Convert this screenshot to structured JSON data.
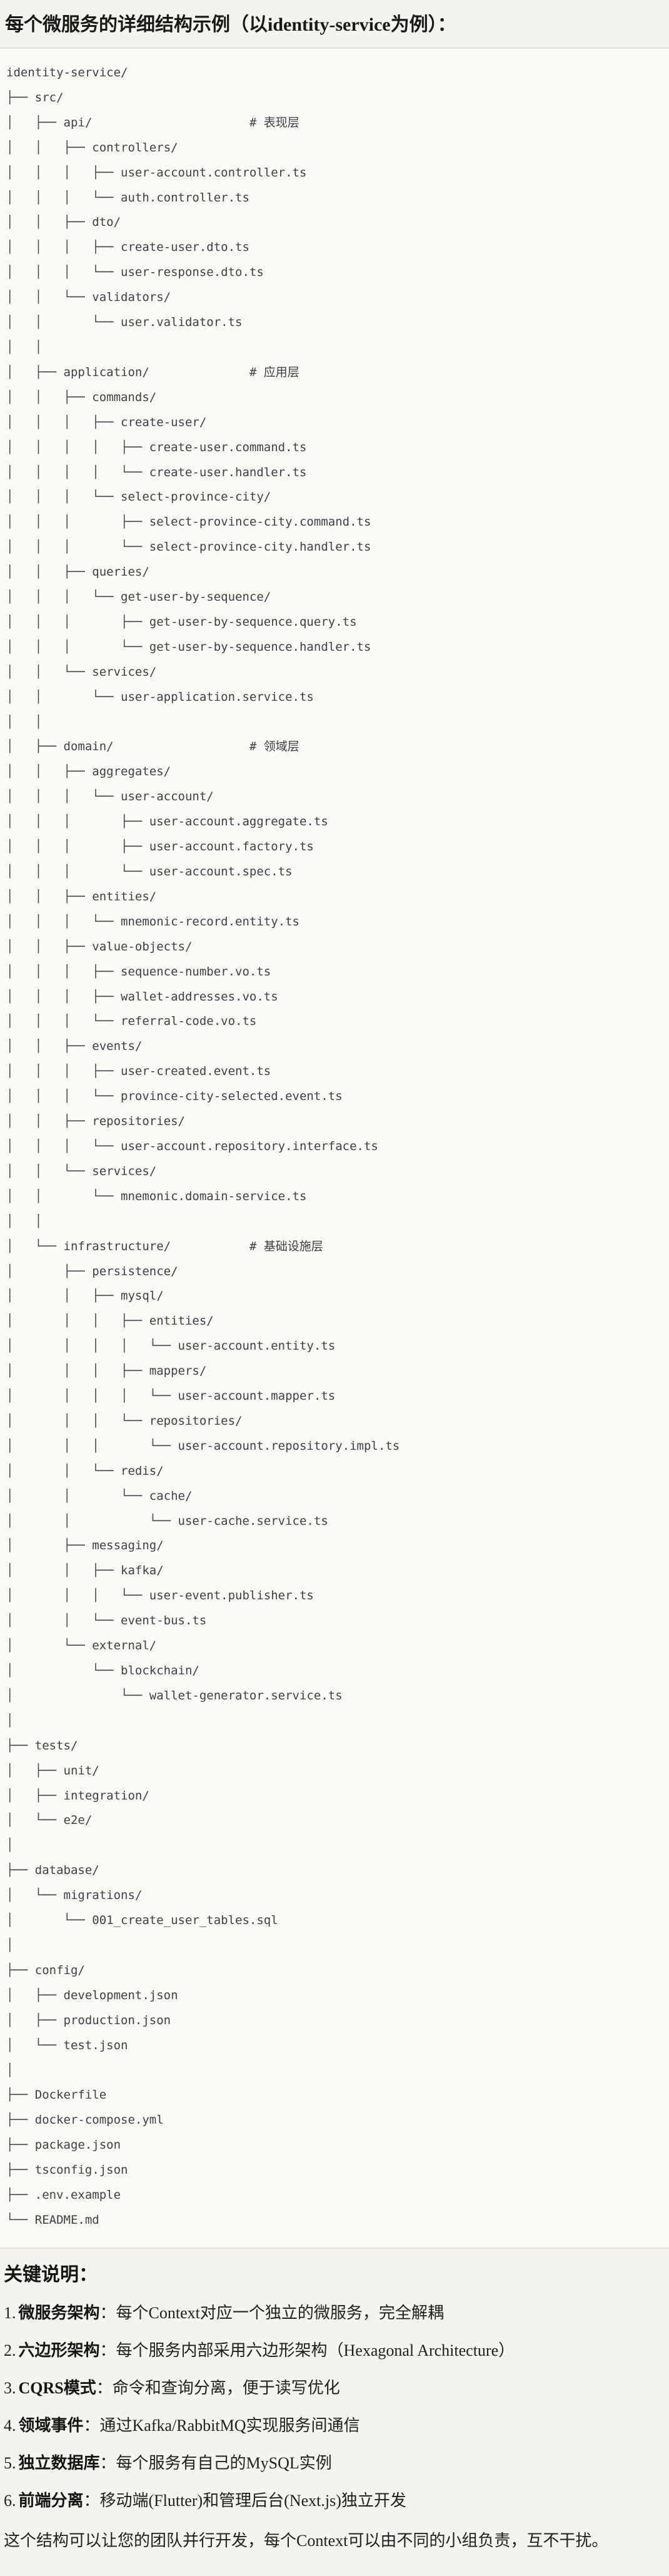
{
  "title": "每个微服务的详细结构示例（以identity-service为例）：",
  "tree": {
    "lines": [
      "identity-service/",
      "├── src/",
      "│   ├── api/                      # 表现层",
      "│   │   ├── controllers/",
      "│   │   │   ├── user-account.controller.ts",
      "│   │   │   └── auth.controller.ts",
      "│   │   ├── dto/",
      "│   │   │   ├── create-user.dto.ts",
      "│   │   │   └── user-response.dto.ts",
      "│   │   └── validators/",
      "│   │       └── user.validator.ts",
      "│   │",
      "│   ├── application/              # 应用层",
      "│   │   ├── commands/",
      "│   │   │   ├── create-user/",
      "│   │   │   │   ├── create-user.command.ts",
      "│   │   │   │   └── create-user.handler.ts",
      "│   │   │   └── select-province-city/",
      "│   │   │       ├── select-province-city.command.ts",
      "│   │   │       └── select-province-city.handler.ts",
      "│   │   ├── queries/",
      "│   │   │   └── get-user-by-sequence/",
      "│   │   │       ├── get-user-by-sequence.query.ts",
      "│   │   │       └── get-user-by-sequence.handler.ts",
      "│   │   └── services/",
      "│   │       └── user-application.service.ts",
      "│   │",
      "│   ├── domain/                   # 领域层",
      "│   │   ├── aggregates/",
      "│   │   │   └── user-account/",
      "│   │   │       ├── user-account.aggregate.ts",
      "│   │   │       ├── user-account.factory.ts",
      "│   │   │       └── user-account.spec.ts",
      "│   │   ├── entities/",
      "│   │   │   └── mnemonic-record.entity.ts",
      "│   │   ├── value-objects/",
      "│   │   │   ├── sequence-number.vo.ts",
      "│   │   │   ├── wallet-addresses.vo.ts",
      "│   │   │   └── referral-code.vo.ts",
      "│   │   ├── events/",
      "│   │   │   ├── user-created.event.ts",
      "│   │   │   └── province-city-selected.event.ts",
      "│   │   ├── repositories/",
      "│   │   │   └── user-account.repository.interface.ts",
      "│   │   └── services/",
      "│   │       └── mnemonic.domain-service.ts",
      "│   │",
      "│   └── infrastructure/           # 基础设施层",
      "│       ├── persistence/",
      "│       │   ├── mysql/",
      "│       │   │   ├── entities/",
      "│       │   │   │   └── user-account.entity.ts",
      "│       │   │   ├── mappers/",
      "│       │   │   │   └── user-account.mapper.ts",
      "│       │   │   └── repositories/",
      "│       │   │       └── user-account.repository.impl.ts",
      "│       │   └── redis/",
      "│       │       └── cache/",
      "│       │           └── user-cache.service.ts",
      "│       ├── messaging/",
      "│       │   ├── kafka/",
      "│       │   │   └── user-event.publisher.ts",
      "│       │   └── event-bus.ts",
      "│       └── external/",
      "│           └── blockchain/",
      "│               └── wallet-generator.service.ts",
      "│",
      "├── tests/",
      "│   ├── unit/",
      "│   ├── integration/",
      "│   └── e2e/",
      "│",
      "├── database/",
      "│   └── migrations/",
      "│       └── 001_create_user_tables.sql",
      "│",
      "├── config/",
      "│   ├── development.json",
      "│   ├── production.json",
      "│   └── test.json",
      "│",
      "├── Dockerfile",
      "├── docker-compose.yml",
      "├── package.json",
      "├── tsconfig.json",
      "├── .env.example",
      "└── README.md"
    ]
  },
  "notes": {
    "heading": "关键说明：",
    "items": [
      {
        "num": "1.",
        "label": "微服务架构",
        "text": "：每个Context对应一个独立的微服务，完全解耦"
      },
      {
        "num": "2.",
        "label": "六边形架构",
        "text": "：每个服务内部采用六边形架构（Hexagonal Architecture）"
      },
      {
        "num": "3.",
        "label": "CQRS模式",
        "text": "：命令和查询分离，便于读写优化"
      },
      {
        "num": "4.",
        "label": "领域事件",
        "text": "：通过Kafka/RabbitMQ实现服务间通信"
      },
      {
        "num": "5.",
        "label": "独立数据库",
        "text": "：每个服务有自己的MySQL实例"
      },
      {
        "num": "6.",
        "label": "前端分离",
        "text": "：移动端(Flutter)和管理后台(Next.js)独立开发"
      }
    ],
    "footer": "这个结构可以让您的团队并行开发，每个Context可以由不同的小组负责，互不干扰。"
  },
  "colors": {
    "page_background": "#f5f3ed",
    "code_background": "#fafaf6",
    "code_border": "#e5e2d9",
    "tree_text": "#3d4147",
    "body_text": "#202020"
  }
}
